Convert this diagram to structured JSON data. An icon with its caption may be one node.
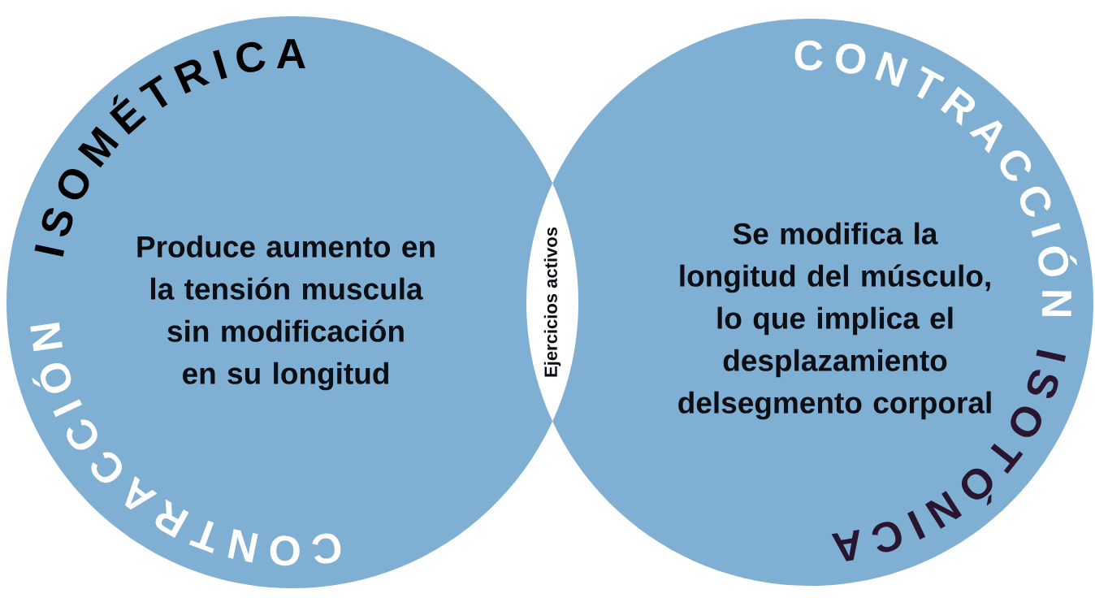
{
  "diagram": {
    "nodes": [
      {
        "text": [
          "CONTRACCIÓN",
          "ISOMÉTRICA",
          "Produce aumento en la tensión muscula sin modificación en su longitud"
        ]
      },
      {
        "text": [
          "Ejercicios activos"
        ]
      },
      {
        "text": [
          "CONTRACCIÓN",
          "ISOTÓNICA",
          "Se modifica la longitud del músculo, lo que implica el desplazamiento delsegmento corporal"
        ]
      }
    ]
  }
}
